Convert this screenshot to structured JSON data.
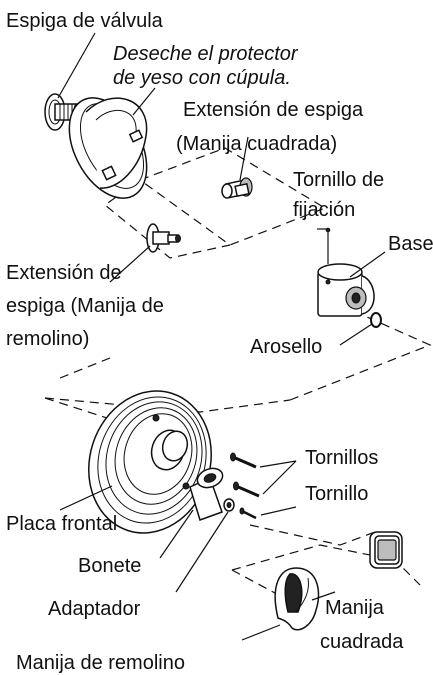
{
  "labels": {
    "espiga_valvula": "Espiga de válvula",
    "deseche_1": "Deseche el protector",
    "deseche_2": "de yeso con cúpula.",
    "ext_cuadrada_1": "Extensión de espiga",
    "ext_cuadrada_2": "(Manija cuadrada)",
    "tornillo_fijacion_1": "Tornillo de",
    "tornillo_fijacion_2": "fijación",
    "base": "Base",
    "ext_remolino_1": "Extensión de",
    "ext_remolino_2": "espiga (Manija de",
    "ext_remolino_3": "remolino)",
    "arosello": "Arosello",
    "tornillos": "Tornillos",
    "tornillo": "Tornillo",
    "placa_frontal": "Placa frontal",
    "bonete": "Bonete",
    "adaptador": "Adaptador",
    "manija_1": "Manija",
    "manija_2": "cuadrada",
    "manija_remolino": "Manija de remolino"
  },
  "icons": [
    "valve-stem-icon",
    "plaster-guard-icon",
    "stem-extension-icon",
    "set-screw-icon",
    "base-icon",
    "o-ring-icon",
    "faceplate-icon",
    "screw-icon",
    "bonnet-icon",
    "adapter-icon",
    "square-handle-icon",
    "swirl-handle-icon"
  ]
}
